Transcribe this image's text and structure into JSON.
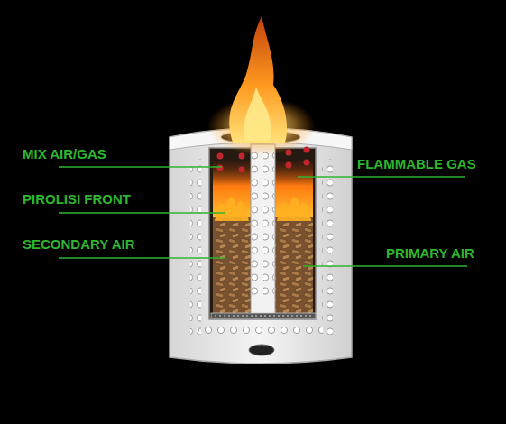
{
  "diagram": {
    "labels": [
      "MIX AIR/GAS",
      "PIROLISI FRONT",
      "SECONDARY AIR",
      "FLAMMABLE GAS",
      "PRIMARY AIR"
    ]
  }
}
